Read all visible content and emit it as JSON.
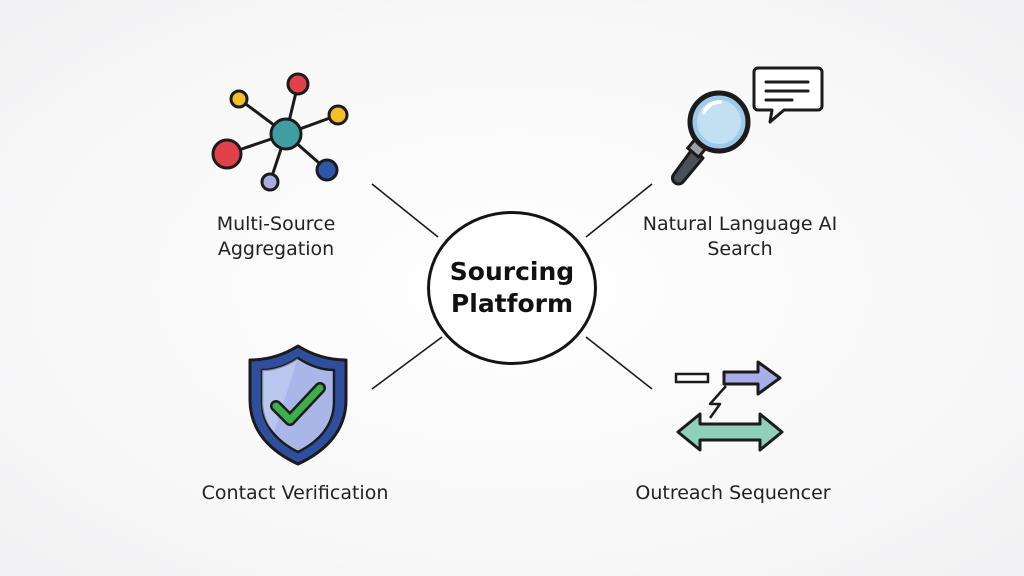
{
  "hub": {
    "title": "Sourcing\nPlatform"
  },
  "nodes": {
    "top_left": {
      "label": "Multi-Source\nAggregation",
      "icon": "network-nodes-icon",
      "colors": [
        "#e0414a",
        "#f2bf2a",
        "#3e9ea2",
        "#2e57a8",
        "#a8aee0"
      ]
    },
    "top_right": {
      "label": "Natural Language AI\nSearch",
      "icon": "magnifier-chat-icon",
      "colors": [
        "#9ecae8",
        "#4a4f5a"
      ]
    },
    "bottom_left": {
      "label": "Contact Verification",
      "icon": "shield-check-icon",
      "colors": [
        "#2f4f9e",
        "#a8b7e8",
        "#3cae4a"
      ]
    },
    "bottom_right": {
      "label": "Outreach Sequencer",
      "icon": "exchange-arrows-icon",
      "colors": [
        "#a9aee8",
        "#8ed1b8"
      ]
    }
  }
}
